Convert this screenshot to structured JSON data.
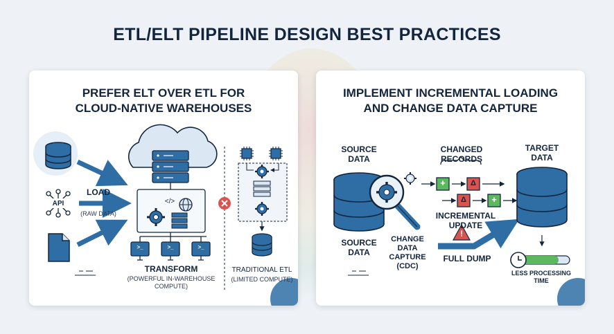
{
  "title": "ETL/ELT PIPELINE DESIGN BEST PRACTICES",
  "left": {
    "title_line1": "PREFER ELT OVER ETL FOR",
    "title_line2": "CLOUD-NATIVE WAREHOUSES",
    "api_label": "API",
    "load_label": "LOAD",
    "raw_data_label": "(RAW DATA)",
    "code_glyph": "</>",
    "terminal_glyph": ">_",
    "transform_label": "TRANSFORM",
    "transform_sub_line1": "(POWERFUL IN-WAREHOUSE",
    "transform_sub_line2": "COMPUTE)",
    "traditional_label": "TRADITIONAL ETL",
    "traditional_sub": "(LIMITED COMPUTE)"
  },
  "right": {
    "title_line1": "IMPLEMENT INCREMENTAL LOADING",
    "title_line2": "AND CHANGE DATA CAPTURE",
    "source_top_line1": "SOURCE",
    "source_top_line2": "DATA",
    "source_bottom_line1": "SOURCE",
    "source_bottom_line2": "DATA",
    "changed_records_line1": "CHANGED",
    "changed_records_line2": "RECORDS",
    "plus_symbol": "+",
    "delta_symbol": "Δ",
    "incremental_line1": "INCREMENTAL",
    "incremental_line2": "UPDATE",
    "cdc_line1": "CHANGE",
    "cdc_line2": "DATA",
    "cdc_line3": "CAPTURE",
    "cdc_line4": "(CDC)",
    "warning_symbol": "!",
    "full_dump_label": "FULL DUMP",
    "target_line1": "TARGET",
    "target_line2": "DATA",
    "less_time_line1": "LESS PROCESSING",
    "less_time_line2": "TIME"
  },
  "colors": {
    "navy": "#13253d",
    "blue": "#2f6ea5",
    "light_blue": "#dbe8f4",
    "red": "#d9534f",
    "green": "#5cb85c"
  }
}
